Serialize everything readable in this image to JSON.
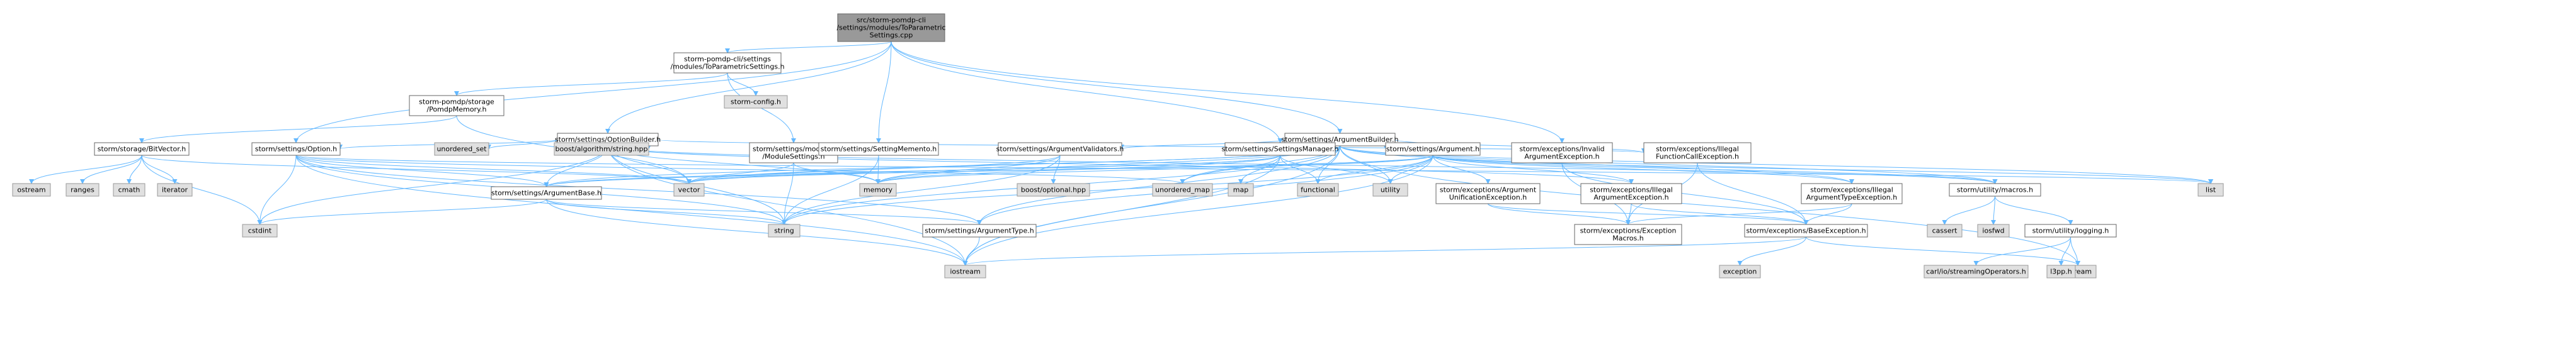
{
  "nodes": [
    {
      "id": "root",
      "lines": [
        "src/storm-pomdp-cli",
        "/settings/modules/ToParametric",
        "Settings.cpp"
      ],
      "kind": "root"
    },
    {
      "id": "tps",
      "lines": [
        "storm-pomdp-cli/settings",
        "/modules/ToParametricSettings.h"
      ],
      "kind": "hdr"
    },
    {
      "id": "stormconfig",
      "lines": [
        "storm-config.h"
      ],
      "kind": "sys"
    },
    {
      "id": "pomdpmem",
      "lines": [
        "storm-pomdp/storage",
        "/PomdpMemory.h"
      ],
      "kind": "hdr"
    },
    {
      "id": "optbuilder",
      "lines": [
        "storm/settings/OptionBuilder.h"
      ],
      "kind": "hdr"
    },
    {
      "id": "argbuilder",
      "lines": [
        "storm/settings/ArgumentBuilder.h"
      ],
      "kind": "hdr"
    },
    {
      "id": "bitvector",
      "lines": [
        "storm/storage/BitVector.h"
      ],
      "kind": "hdr"
    },
    {
      "id": "option",
      "lines": [
        "storm/settings/Option.h"
      ],
      "kind": "hdr"
    },
    {
      "id": "unordered_set",
      "lines": [
        "unordered_set"
      ],
      "kind": "sys"
    },
    {
      "id": "boostalgo",
      "lines": [
        "boost/algorithm/string.hpp"
      ],
      "kind": "sys"
    },
    {
      "id": "modset",
      "lines": [
        "storm/settings/modules",
        "/ModuleSettings.h"
      ],
      "kind": "hdr"
    },
    {
      "id": "setmemento",
      "lines": [
        "storm/settings/SettingMemento.h"
      ],
      "kind": "hdr"
    },
    {
      "id": "argvalid",
      "lines": [
        "storm/settings/ArgumentValidators.h"
      ],
      "kind": "hdr"
    },
    {
      "id": "setmanager",
      "lines": [
        "storm/settings/SettingsManager.h"
      ],
      "kind": "hdr"
    },
    {
      "id": "argument",
      "lines": [
        "storm/settings/Argument.h"
      ],
      "kind": "hdr"
    },
    {
      "id": "invalidarg",
      "lines": [
        "storm/exceptions/Invalid",
        "ArgumentException.h"
      ],
      "kind": "hdr"
    },
    {
      "id": "illegalfunc",
      "lines": [
        "storm/exceptions/Illegal",
        "FunctionCallException.h"
      ],
      "kind": "hdr"
    },
    {
      "id": "ostream",
      "lines": [
        "ostream"
      ],
      "kind": "sys"
    },
    {
      "id": "ranges",
      "lines": [
        "ranges"
      ],
      "kind": "sys"
    },
    {
      "id": "cmath",
      "lines": [
        "cmath"
      ],
      "kind": "sys"
    },
    {
      "id": "iterator",
      "lines": [
        "iterator"
      ],
      "kind": "sys"
    },
    {
      "id": "vector",
      "lines": [
        "vector"
      ],
      "kind": "sys"
    },
    {
      "id": "memory",
      "lines": [
        "memory"
      ],
      "kind": "sys"
    },
    {
      "id": "boostopt",
      "lines": [
        "boost/optional.hpp"
      ],
      "kind": "sys"
    },
    {
      "id": "unordered_map",
      "lines": [
        "unordered_map"
      ],
      "kind": "sys"
    },
    {
      "id": "map",
      "lines": [
        "map"
      ],
      "kind": "sys"
    },
    {
      "id": "functional",
      "lines": [
        "functional"
      ],
      "kind": "sys"
    },
    {
      "id": "utility",
      "lines": [
        "utility"
      ],
      "kind": "sys"
    },
    {
      "id": "argunif",
      "lines": [
        "storm/exceptions/Argument",
        "UnificationException.h"
      ],
      "kind": "hdr"
    },
    {
      "id": "illegalarg",
      "lines": [
        "storm/exceptions/Illegal",
        "ArgumentException.h"
      ],
      "kind": "hdr"
    },
    {
      "id": "illegalargtype",
      "lines": [
        "storm/exceptions/Illegal",
        "ArgumentTypeException.h"
      ],
      "kind": "hdr"
    },
    {
      "id": "macros",
      "lines": [
        "storm/utility/macros.h"
      ],
      "kind": "hdr"
    },
    {
      "id": "list",
      "lines": [
        "list"
      ],
      "kind": "sys"
    },
    {
      "id": "argbase",
      "lines": [
        "storm/settings/ArgumentBase.h"
      ],
      "kind": "hdr"
    },
    {
      "id": "cstdint",
      "lines": [
        "cstdint"
      ],
      "kind": "sys"
    },
    {
      "id": "string",
      "lines": [
        "string"
      ],
      "kind": "sys"
    },
    {
      "id": "argtype",
      "lines": [
        "storm/settings/ArgumentType.h"
      ],
      "kind": "hdr"
    },
    {
      "id": "excmacros",
      "lines": [
        "storm/exceptions/Exception",
        "Macros.h"
      ],
      "kind": "hdr"
    },
    {
      "id": "baseexc",
      "lines": [
        "storm/exceptions/BaseException.h"
      ],
      "kind": "hdr"
    },
    {
      "id": "cassert",
      "lines": [
        "cassert"
      ],
      "kind": "sys"
    },
    {
      "id": "iosfwd",
      "lines": [
        "iosfwd"
      ],
      "kind": "sys"
    },
    {
      "id": "logging",
      "lines": [
        "storm/utility/logging.h"
      ],
      "kind": "hdr"
    },
    {
      "id": "iostream",
      "lines": [
        "iostream"
      ],
      "kind": "sys"
    },
    {
      "id": "exception",
      "lines": [
        "exception"
      ],
      "kind": "sys"
    },
    {
      "id": "sstream",
      "lines": [
        "sstream"
      ],
      "kind": "sys"
    },
    {
      "id": "carlstream",
      "lines": [
        "carl/io/streamingOperators.h"
      ],
      "kind": "sys"
    },
    {
      "id": "l3pp",
      "lines": [
        "l3pp.h"
      ],
      "kind": "sys"
    }
  ],
  "edges": [
    [
      "root",
      "tps"
    ],
    [
      "root",
      "optbuilder"
    ],
    [
      "root",
      "option"
    ],
    [
      "root",
      "setmemento"
    ],
    [
      "root",
      "argbuilder"
    ],
    [
      "root",
      "invalidarg"
    ],
    [
      "root",
      "setmanager"
    ],
    [
      "tps",
      "stormconfig"
    ],
    [
      "tps",
      "pomdpmem"
    ],
    [
      "tps",
      "modset"
    ],
    [
      "pomdpmem",
      "bitvector"
    ],
    [
      "pomdpmem",
      "vector"
    ],
    [
      "bitvector",
      "ostream"
    ],
    [
      "bitvector",
      "ranges"
    ],
    [
      "bitvector",
      "cmath"
    ],
    [
      "bitvector",
      "iterator"
    ],
    [
      "bitvector",
      "cstdint"
    ],
    [
      "bitvector",
      "vector"
    ],
    [
      "optbuilder",
      "unordered_set"
    ],
    [
      "optbuilder",
      "boostalgo"
    ],
    [
      "optbuilder",
      "option"
    ],
    [
      "optbuilder",
      "argbase"
    ],
    [
      "optbuilder",
      "vector"
    ],
    [
      "optbuilder",
      "memory"
    ],
    [
      "optbuilder",
      "string"
    ],
    [
      "optbuilder",
      "cstdint"
    ],
    [
      "optbuilder",
      "iostream"
    ],
    [
      "optbuilder",
      "illegalarg"
    ],
    [
      "optbuilder",
      "illegalfunc"
    ],
    [
      "optbuilder",
      "macros"
    ],
    [
      "option",
      "argbase"
    ],
    [
      "option",
      "vector"
    ],
    [
      "option",
      "string"
    ],
    [
      "option",
      "cstdint"
    ],
    [
      "option",
      "iostream"
    ],
    [
      "option",
      "argtype"
    ],
    [
      "option",
      "unordered_map"
    ],
    [
      "option",
      "list"
    ],
    [
      "modset",
      "vector"
    ],
    [
      "modset",
      "memory"
    ],
    [
      "modset",
      "string"
    ],
    [
      "setmemento",
      "string"
    ],
    [
      "setmemento",
      "memory"
    ],
    [
      "argbuilder",
      "argument"
    ],
    [
      "argbuilder",
      "argvalid"
    ],
    [
      "argbuilder",
      "argtype"
    ],
    [
      "argbuilder",
      "iostream"
    ],
    [
      "argbuilder",
      "string"
    ],
    [
      "argbuilder",
      "memory"
    ],
    [
      "argbuilder",
      "list"
    ],
    [
      "argbuilder",
      "utility"
    ],
    [
      "argbuilder",
      "sstream"
    ],
    [
      "argbuilder",
      "functional"
    ],
    [
      "argbuilder",
      "vector"
    ],
    [
      "argbuilder",
      "unordered_map"
    ],
    [
      "argbuilder",
      "macros"
    ],
    [
      "argbuilder",
      "illegalargtype"
    ],
    [
      "argbuilder",
      "illegalfunc"
    ],
    [
      "argbuilder",
      "argbase"
    ],
    [
      "argvalid",
      "boostopt"
    ],
    [
      "argvalid",
      "memory"
    ],
    [
      "argvalid",
      "string"
    ],
    [
      "argvalid",
      "vector"
    ],
    [
      "setmanager",
      "unordered_map"
    ],
    [
      "setmanager",
      "map"
    ],
    [
      "setmanager",
      "functional"
    ],
    [
      "setmanager",
      "utility"
    ],
    [
      "setmanager",
      "memory"
    ],
    [
      "setmanager",
      "vector"
    ],
    [
      "setmanager",
      "iostream"
    ],
    [
      "setmanager",
      "argbase"
    ],
    [
      "argument",
      "argunif"
    ],
    [
      "argument",
      "illegalarg"
    ],
    [
      "argument",
      "argbase"
    ],
    [
      "argument",
      "argtype"
    ],
    [
      "argument",
      "string"
    ],
    [
      "argument",
      "iostream"
    ],
    [
      "argument",
      "list"
    ],
    [
      "argument",
      "memory"
    ],
    [
      "argument",
      "functional"
    ],
    [
      "argument",
      "utility"
    ],
    [
      "argument",
      "vector"
    ],
    [
      "argument",
      "macros"
    ],
    [
      "argument",
      "illegalargtype"
    ],
    [
      "invalidarg",
      "baseexc"
    ],
    [
      "invalidarg",
      "excmacros"
    ],
    [
      "illegalfunc",
      "baseexc"
    ],
    [
      "illegalfunc",
      "excmacros"
    ],
    [
      "argunif",
      "baseexc"
    ],
    [
      "argunif",
      "excmacros"
    ],
    [
      "illegalarg",
      "baseexc"
    ],
    [
      "illegalarg",
      "excmacros"
    ],
    [
      "illegalargtype",
      "baseexc"
    ],
    [
      "illegalargtype",
      "excmacros"
    ],
    [
      "argbase",
      "argtype"
    ],
    [
      "argbase",
      "string"
    ],
    [
      "argbase",
      "iostream"
    ],
    [
      "argbase",
      "cstdint"
    ],
    [
      "argtype",
      "iostream"
    ],
    [
      "baseexc",
      "exception"
    ],
    [
      "baseexc",
      "sstream"
    ],
    [
      "baseexc",
      "iostream"
    ],
    [
      "macros",
      "cassert"
    ],
    [
      "macros",
      "iosfwd"
    ],
    [
      "macros",
      "logging"
    ],
    [
      "logging",
      "carlstream"
    ],
    [
      "logging",
      "l3pp"
    ],
    [
      "logging",
      "sstream"
    ]
  ]
}
